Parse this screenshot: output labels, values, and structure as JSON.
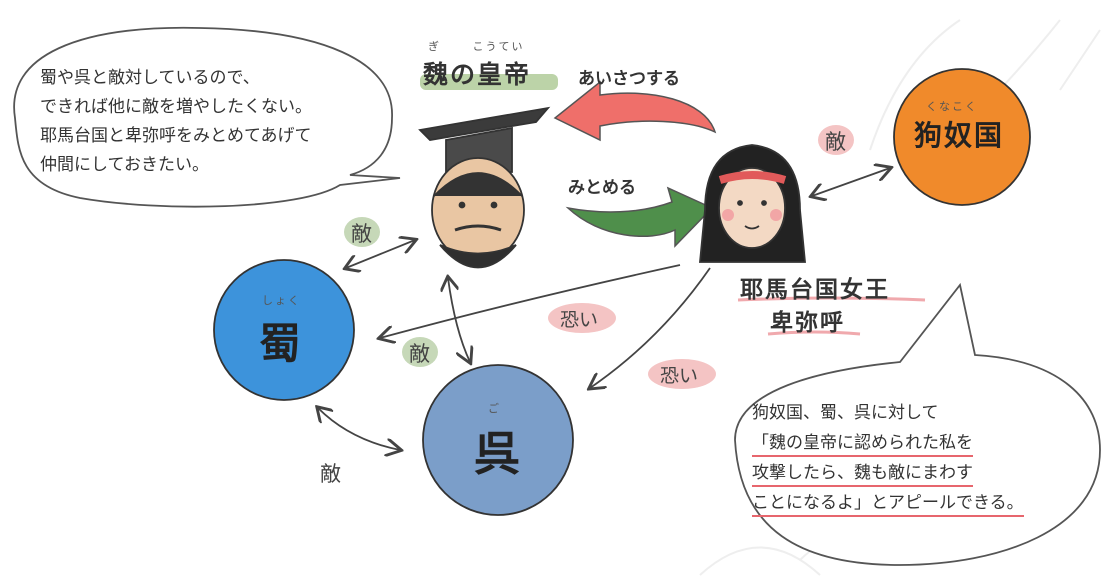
{
  "emperor": {
    "ruby": "ぎ　　 こうてい",
    "title": "魏の皇帝"
  },
  "bubble_left": [
    "蜀や呉と敵対しているので、",
    "できれば他に敵を増やしたくない。",
    "耶馬台国と卑弥呼をみとめてあげて",
    "仲間にしておきたい。"
  ],
  "arrow_greet": "あいさつする",
  "arrow_recognize": "みとめる",
  "queen": {
    "line1": "耶馬台国女王",
    "line2": "卑弥呼"
  },
  "nations": {
    "kunakoku": {
      "ruby": "くなこく",
      "name": "狗奴国"
    },
    "shoku": {
      "ruby": "しょく",
      "name": "蜀"
    },
    "go": {
      "ruby": "ご",
      "name": "呉"
    }
  },
  "labels": {
    "enemy": "敵",
    "fear": "恐い"
  },
  "bubble_right": [
    "狗奴国、蜀、呉に対して",
    "「魏の皇帝に認められた私を",
    "攻撃したら、魏も敵にまわす",
    "ことになるよ」とアピールできる。"
  ],
  "colors": {
    "kunakoku": "#f08a2b",
    "shoku": "#3d93db",
    "go": "#7b9ec9",
    "greet_arrow": "#ef6f6a",
    "recognize_arrow": "#4f8f4b"
  }
}
